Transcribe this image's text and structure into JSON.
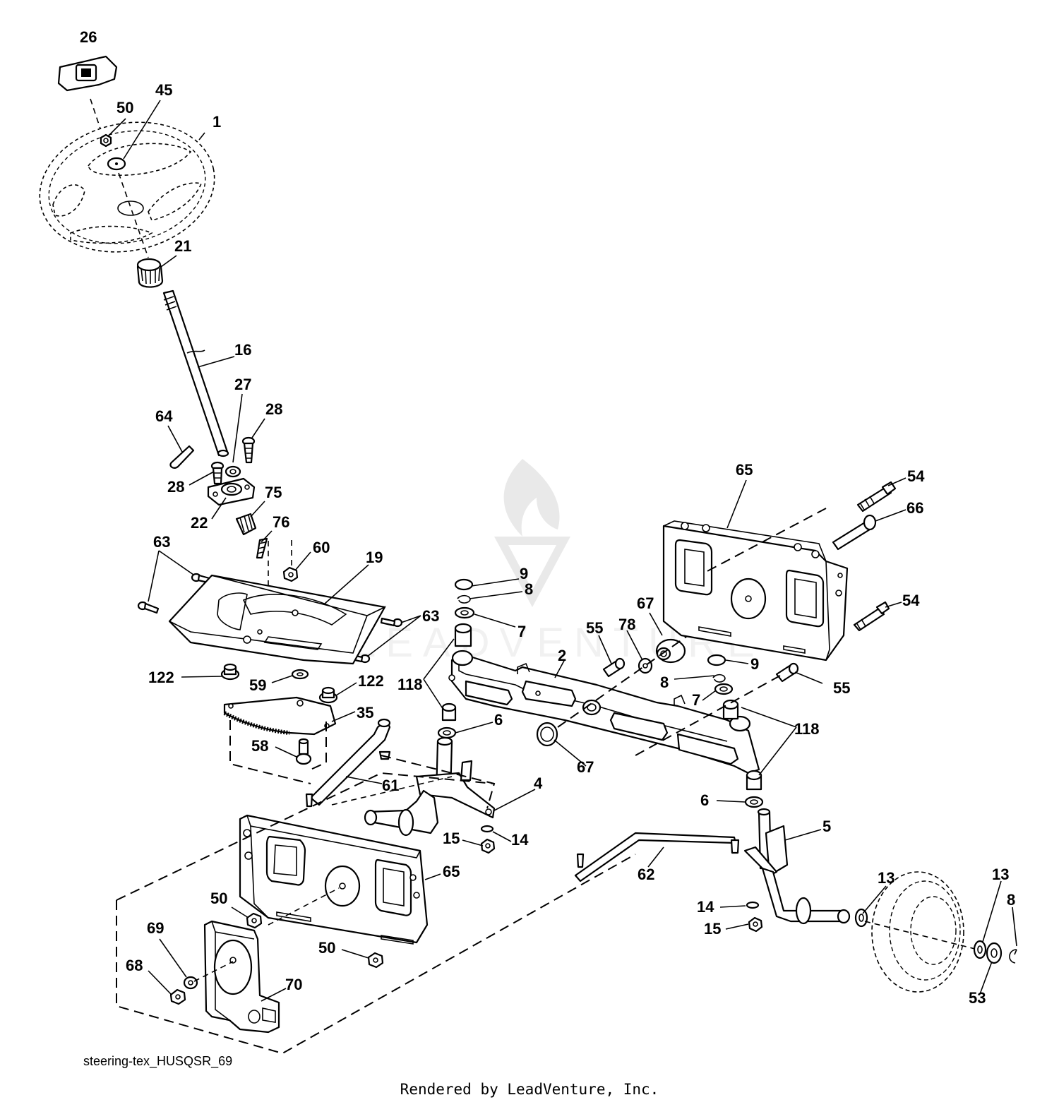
{
  "diagram": {
    "drawing_code": "steering-tex_HUSQSR_69",
    "footer": "Rendered by LeadVenture, Inc.",
    "watermark_text": "LEADVENTURE",
    "callouts": [
      "26",
      "45",
      "50",
      "1",
      "21",
      "16",
      "27",
      "28",
      "64",
      "28",
      "75",
      "22",
      "76",
      "60",
      "63",
      "19",
      "63",
      "122",
      "59",
      "122",
      "35",
      "58",
      "9",
      "8",
      "7",
      "118",
      "6",
      "67",
      "55",
      "78",
      "67",
      "2",
      "9",
      "8",
      "7",
      "55",
      "118",
      "6",
      "65",
      "54",
      "66",
      "54",
      "61",
      "4",
      "15",
      "14",
      "5",
      "65",
      "62",
      "13",
      "13",
      "8",
      "14",
      "15",
      "50",
      "69",
      "68",
      "70",
      "50",
      "53"
    ]
  }
}
